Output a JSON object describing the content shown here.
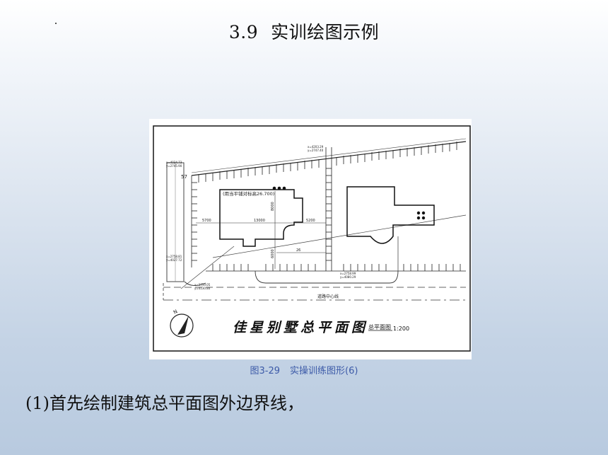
{
  "slide": {
    "title_number": "3.9",
    "title_text": "实训绘图示例",
    "figure": {
      "plan_title": "佳星别墅总平面图",
      "plan_label": "总平面图",
      "plan_scale": "1:200",
      "road_label": "道路中心线",
      "elevation_note": "(用当平铺对标高26.700)",
      "north_mark": "N",
      "dims": {
        "d57": "57",
        "d5700": "5700",
        "d13000": "13000",
        "d5200": "5200",
        "d8000": "8000",
        "d6000": "6000",
        "d26": "26"
      },
      "coords": {
        "c1a": "x=4034.73",
        "c1b": "y=2745.90",
        "c2a": "x=4203.29",
        "c2b": "y=2747.40",
        "c3a": "x=2758.81",
        "c3b": "y=4027.72",
        "c4a": "x=2759.05",
        "c4b": "y=4130.80",
        "c5a": "x=2758.99",
        "c5b": "y=4080.29"
      }
    },
    "caption_number": "图3-29",
    "caption_text": "实操训练图形(6)",
    "body_text": "(1)首先绘制建筑总平面图外边界线，"
  }
}
